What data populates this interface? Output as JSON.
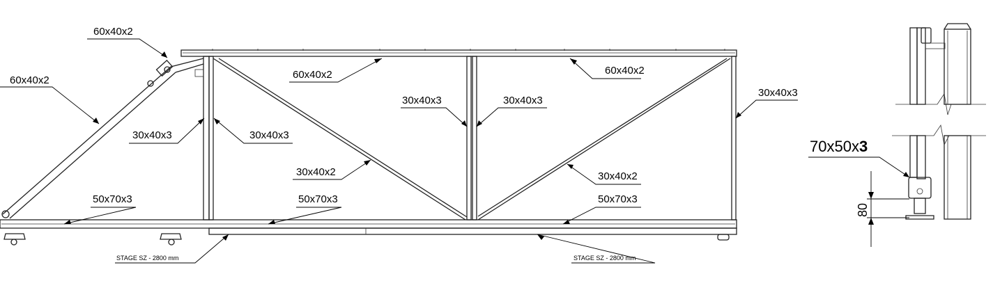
{
  "labels": {
    "brace_top": "60x40x2",
    "brace_left": "60x40x2",
    "top_rail_left": "60x40x2",
    "top_rail_right": "60x40x2",
    "post_left_outer": "30x40x3",
    "post_left_inner": "30x40x3",
    "post_mid_left": "30x40x3",
    "post_mid_right": "30x40x3",
    "post_right": "30x40x3",
    "diag_left": "30x40x2",
    "diag_right": "30x40x2",
    "bottom_rail_1": "50x70x3",
    "bottom_rail_2": "50x70x3",
    "bottom_rail_3": "50x70x3",
    "stage_left": "STAGE SZ - 2800 mm",
    "stage_right": "STAGE SZ - 2800 mm",
    "side_rail": "70x50x",
    "side_rail_bold": "3",
    "side_dim": "80"
  }
}
